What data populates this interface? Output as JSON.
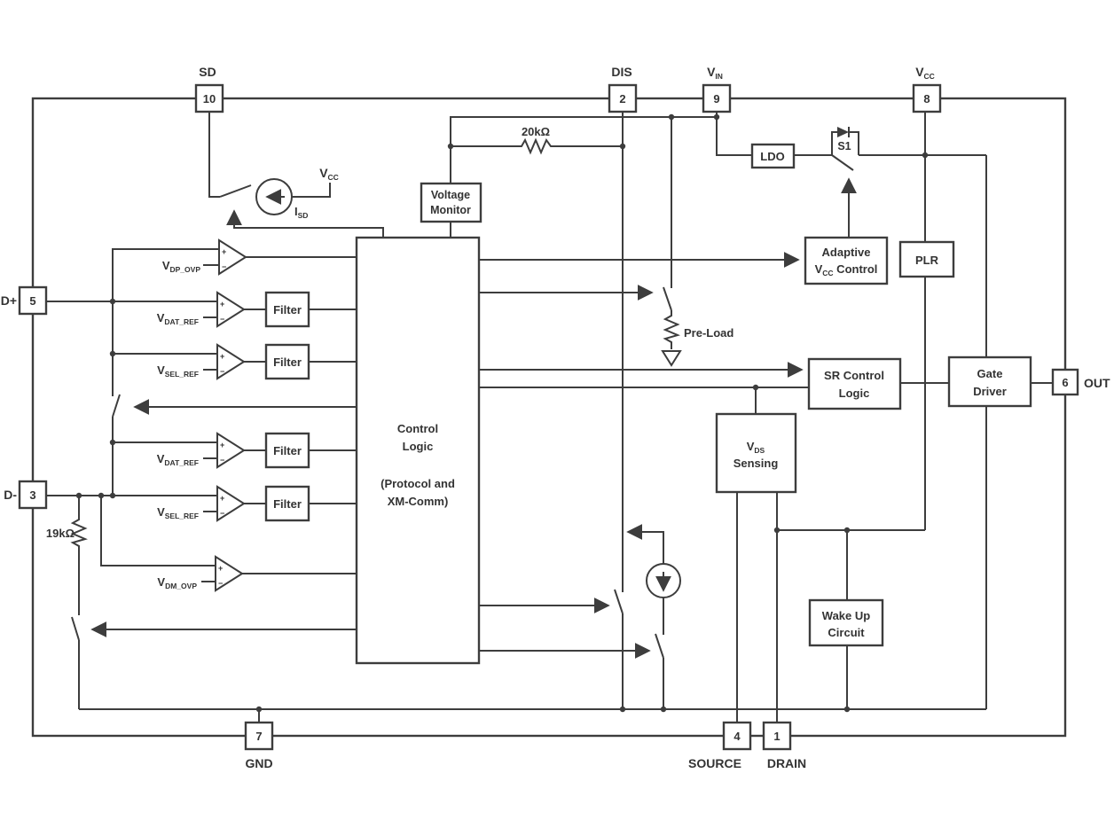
{
  "pins": {
    "sd": {
      "number": "10",
      "label": "SD"
    },
    "dis": {
      "number": "2",
      "label": "DIS"
    },
    "vin": {
      "number": "9",
      "label_main": "V",
      "label_sub": "IN"
    },
    "vcc": {
      "number": "8",
      "label_main": "V",
      "label_sub": "CC"
    },
    "dplus": {
      "number": "5",
      "label": "D+"
    },
    "dminus": {
      "number": "3",
      "label": "D-"
    },
    "out": {
      "number": "6",
      "label": "OUT"
    },
    "gnd": {
      "number": "7",
      "label": "GND"
    },
    "source": {
      "number": "4",
      "label": "SOURCE"
    },
    "drain": {
      "number": "1",
      "label": "DRAIN"
    }
  },
  "blocks": {
    "voltage_monitor": {
      "lines": [
        "Voltage",
        "Monitor"
      ]
    },
    "control_logic": {
      "lines": [
        "Control",
        "Logic",
        "(Protocol and",
        "XM-Comm)"
      ]
    },
    "ldo": {
      "label": "LDO"
    },
    "adaptive_vcc": {
      "line1": "Adaptive",
      "line2_main": "V",
      "line2_sub": "CC",
      "line2_post": " Control"
    },
    "plr": {
      "label": "PLR"
    },
    "sr_control": {
      "lines": [
        "SR Control",
        "Logic"
      ]
    },
    "gate_driver": {
      "lines": [
        "Gate",
        "Driver"
      ]
    },
    "vds_sensing": {
      "line1_main": "V",
      "line1_sub": "DS",
      "line2": "Sensing"
    },
    "wake_up": {
      "lines": [
        "Wake Up",
        "Circuit"
      ]
    },
    "filter": {
      "label": "Filter"
    }
  },
  "comparators": [
    {
      "main": "V",
      "sub": "DP_OVP"
    },
    {
      "main": "V",
      "sub": "DAT_REF"
    },
    {
      "main": "V",
      "sub": "SEL_REF"
    },
    {
      "main": "V",
      "sub": "DAT_REF"
    },
    {
      "main": "V",
      "sub": "SEL_REF"
    },
    {
      "main": "V",
      "sub": "DM_OVP"
    }
  ],
  "components": {
    "r20k": "20kΩ",
    "r19k": "19kΩ",
    "preload": "Pre-Load",
    "s1": "S1",
    "isd_main": "I",
    "isd_sub": "SD",
    "vcc_stub_main": "V",
    "vcc_stub_sub": "CC"
  },
  "symbols": {
    "plus": "+",
    "minus": "−"
  },
  "colors": {
    "line": "#3d3d3d",
    "text": "#333333",
    "background": "#ffffff"
  }
}
